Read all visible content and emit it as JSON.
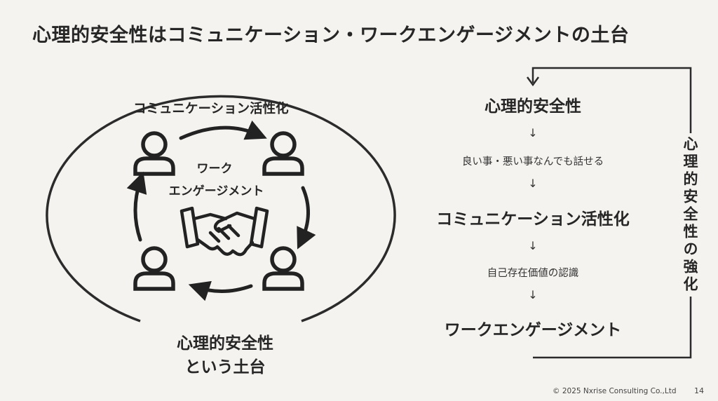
{
  "slide": {
    "title": "心理的安全性はコミュニケーション・ワークエンゲージメントの土台",
    "page_number": "14"
  },
  "left_diagram": {
    "top_label": "コミュニケーション活性化",
    "center_label_line1": "ワーク",
    "center_label_line2": "エンゲージメント",
    "bottom_label_line1": "心理的安全性",
    "bottom_label_line2": "という土台",
    "icons": [
      "person-icon",
      "person-icon",
      "person-icon",
      "person-icon",
      "handshake-icon",
      "cycle-arrow-icon"
    ]
  },
  "flow": {
    "step1": "心理的安全性",
    "step1_note": "良い事・悪い事なんでも話せる",
    "step2": "コミュニケーション活性化",
    "step2_note": "自己存在価値の認識",
    "step3": "ワークエンゲージメント",
    "arrow": "↓",
    "feedback_label": "心理的安全性の強化"
  },
  "footer": {
    "copyright": "© 2025  Nxrise Consulting Co.,Ltd"
  },
  "colors": {
    "background": "#f5f3ef",
    "ink": "#262626"
  }
}
